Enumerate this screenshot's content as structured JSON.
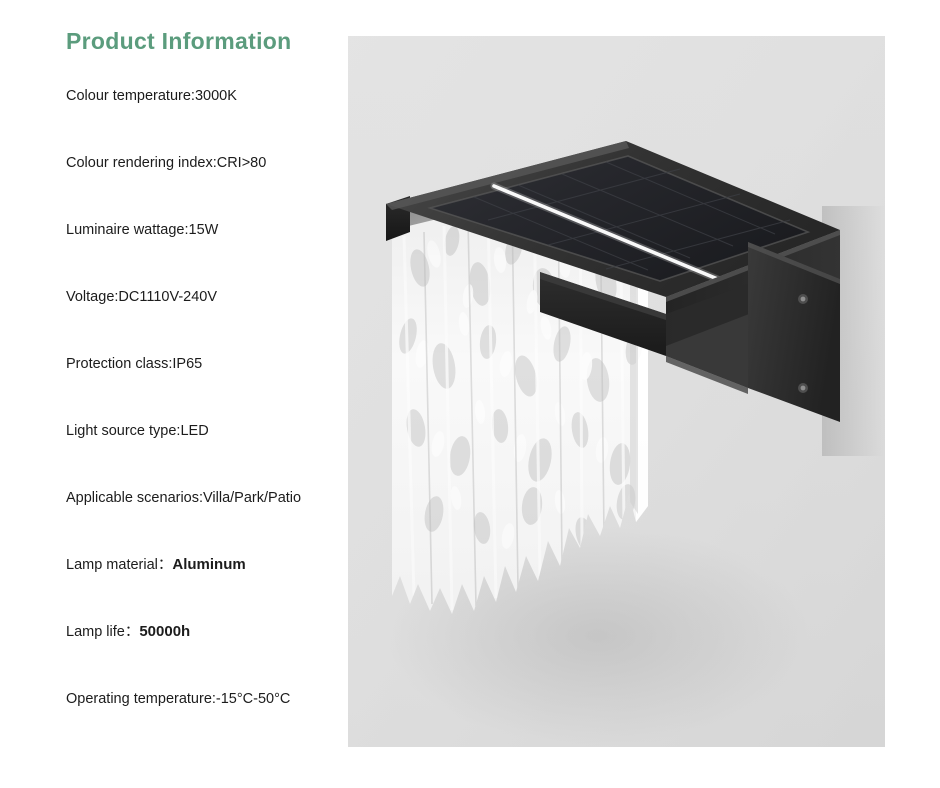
{
  "page": {
    "title": "Product Information",
    "title_color": "#5b9c7d",
    "background_color": "#ffffff"
  },
  "specs": [
    {
      "label": "Colour temperature:3000K"
    },
    {
      "label": "Colour rendering index:CRI>80"
    },
    {
      "label": "Luminaire wattage:15W"
    },
    {
      "label": "Voltage:DC1110V-240V"
    },
    {
      "label": "Protection class:IP65"
    },
    {
      "label": "Light source type:LED"
    },
    {
      "label": "Applicable scenarios:Villa/Park/Patio"
    },
    {
      "label": "Lamp material：",
      "value": "Aluminum"
    },
    {
      "label": "Lamp life：",
      "value": "50000h"
    },
    {
      "label": "Operating temperature:-15°C-50°C"
    }
  ],
  "product_image": {
    "alt": "Solar powered outdoor wall lamp with crystal waterfall glass diffuser mounted on a wall",
    "background_color": "#dcdcdc",
    "wall_color": "#e4e4e4",
    "housing_color": "#2b2b2b",
    "solar_panel_color": "#23242a",
    "light_strip_color": "#ffffff",
    "glass_color": "#f4f4f4",
    "parts": [
      "solar-panel",
      "aluminum-housing",
      "crystal-waterfall-diffuser",
      "wall-mount-bracket",
      "mounting-screws"
    ]
  }
}
